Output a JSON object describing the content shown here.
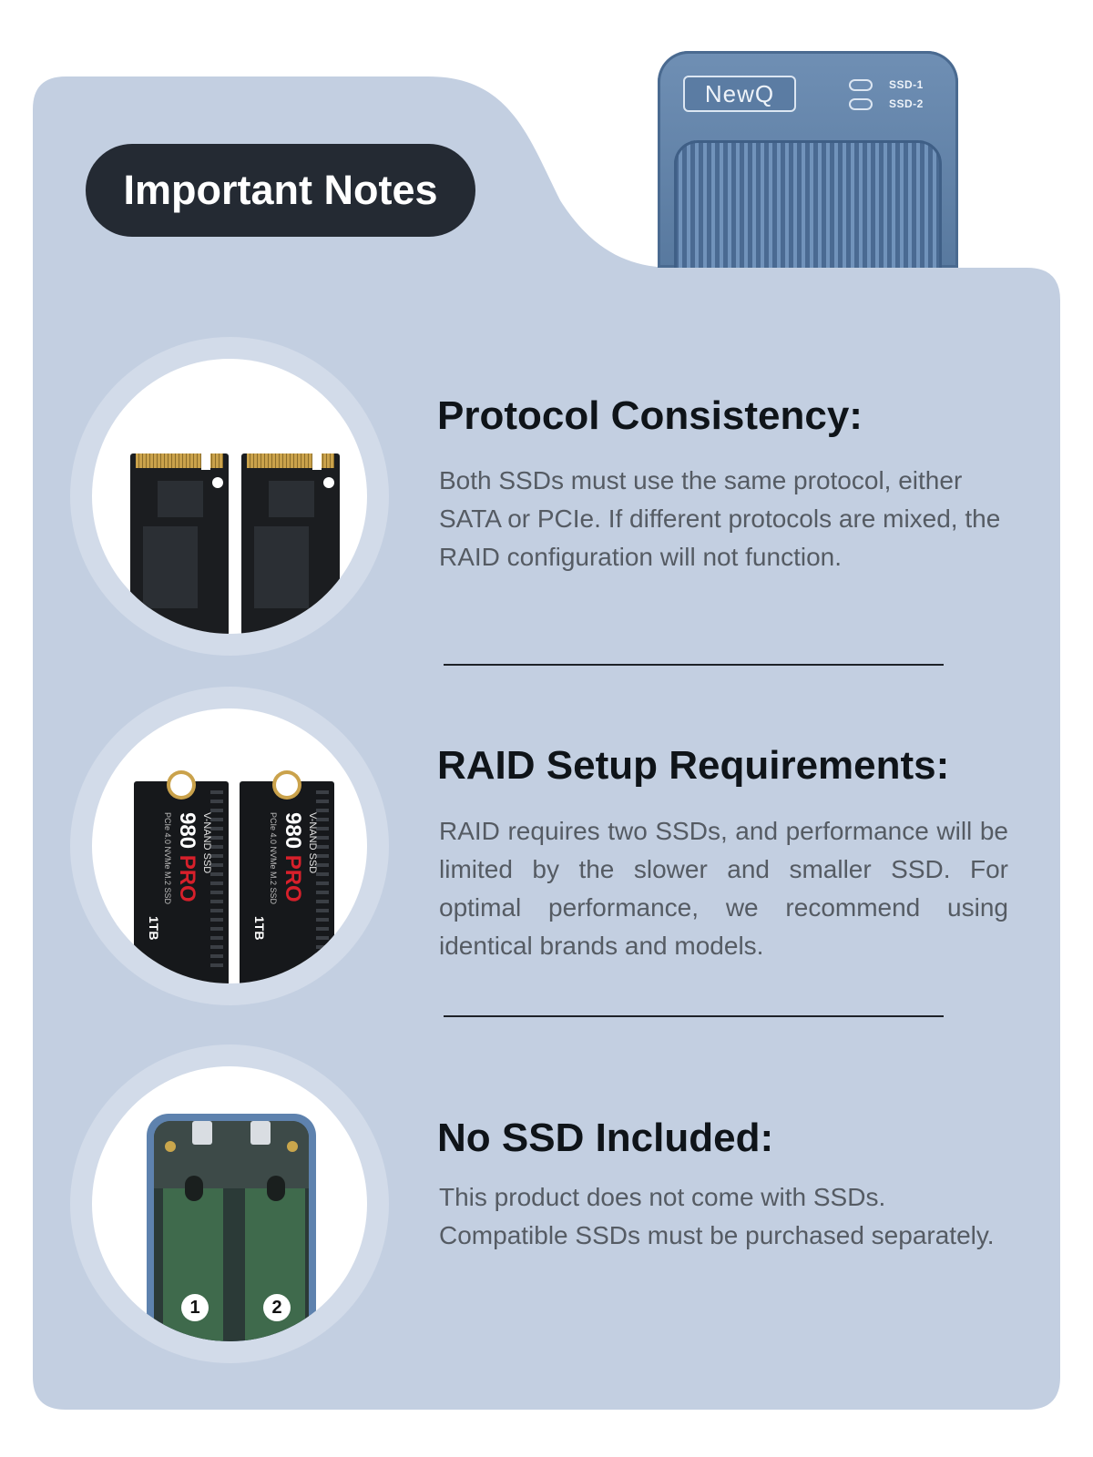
{
  "colors": {
    "page_background": "#ffffff",
    "card_background": "#c3cfe1",
    "title_pill": "#242a33",
    "heading_text": "#0f1419",
    "body_text": "#555b63",
    "device_blue": "#6384ab",
    "accent_red": "#d7202b"
  },
  "header": {
    "title": "Important Notes"
  },
  "device": {
    "logo": "NewQ",
    "led_labels": [
      "SSD-1",
      "SSD-2"
    ]
  },
  "sections": [
    {
      "icon": "m2-ssd-pair-icon",
      "heading": "Protocol Consistency:",
      "body": "Both SSDs must use the same protocol, either SATA or PCIe. If different protocols are mixed, the RAID configuration will not function."
    },
    {
      "icon": "ssd-980-pro-pair-icon",
      "heading": "RAID Setup Requirements:",
      "body": "RAID requires two SSDs, and performance will be limited by the slower and smaller SSD. For optimal performance, we recommend using identical brands and models.",
      "ssd_label": {
        "line1": "V-NAND SSD",
        "model_white": "980",
        "model_red": "PRO",
        "line3": "PCIe 4.0 NVMe M.2 SSD",
        "capacity": "1TB"
      }
    },
    {
      "icon": "open-enclosure-icon",
      "heading": "No SSD Included:",
      "body": "This product does not come with SSDs. Compatible SSDs must be purchased separately.",
      "slot_numbers": [
        "1",
        "2"
      ]
    }
  ]
}
